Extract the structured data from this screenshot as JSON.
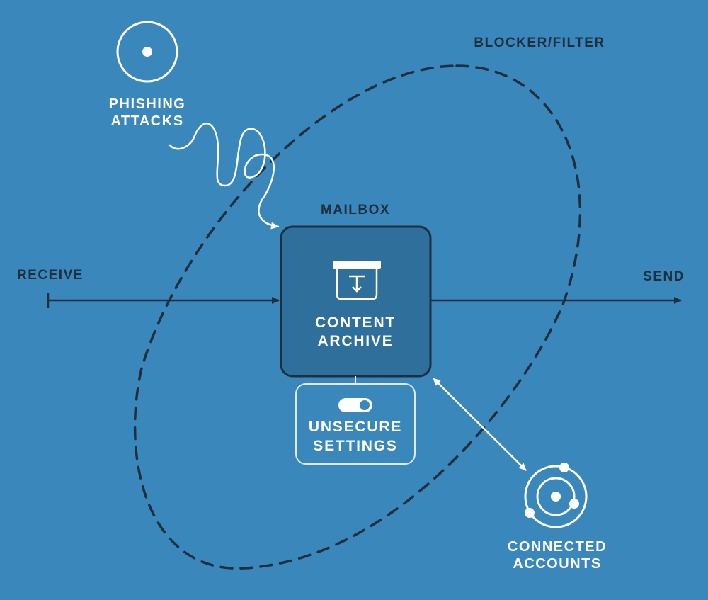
{
  "labels": {
    "phishing_line1": "PHISHING",
    "phishing_line2": "ATTACKS",
    "blocker_filter": "BLOCKER/FILTER",
    "mailbox": "MAILBOX",
    "receive": "RECEIVE",
    "send": "SEND",
    "content_archive_line1": "CONTENT",
    "content_archive_line2": "ARCHIVE",
    "unsecure_line1": "UNSECURE",
    "unsecure_line2": "SETTINGS",
    "connected_line1": "CONNECTED",
    "connected_line2": "ACCOUNTS"
  },
  "icons": {
    "phishing": "target-icon",
    "archive": "archive-box-icon",
    "settings": "toggle-switch-icon",
    "accounts": "orbit-icon"
  },
  "colors": {
    "background": "#3a87bc",
    "dark": "#1f2f3d",
    "light": "#ffffff",
    "mailbox_fill": "#2e6f9b"
  }
}
